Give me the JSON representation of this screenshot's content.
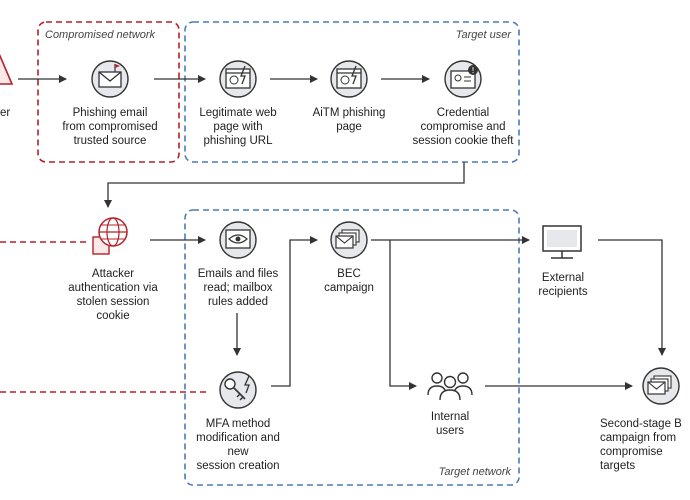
{
  "groups": {
    "compromised_network": "Compromised network",
    "target_user": "Target user",
    "target_network": "Target network"
  },
  "nodes": {
    "attacker": "er",
    "phishing_email": "Phishing email\nfrom compromised\ntrusted source",
    "legit_page": "Legitimate web\npage with\nphishing URL",
    "aitm_page": "AiTM phishing\npage",
    "credential": "Credential\ncompromise and\nsession cookie theft",
    "attacker_auth": "Attacker\nauthentication via\nstolen session\ncookie",
    "emails_read": "Emails and files\nread; mailbox\nrules added",
    "bec": "BEC\ncampaign",
    "external": "External\nrecipients",
    "mfa": "MFA method\nmodification and\nnew\nsession creation",
    "internal": "Internal\nusers",
    "second_stage": "Second-stage B\ncampaign from\ncompromise\ntargets"
  },
  "icons": {
    "attacker": "warning-icon",
    "phishing_email": "envelope-icon",
    "legit_page": "webpage-icon",
    "aitm_page": "phishing-page-icon",
    "credential": "id-card-icon",
    "attacker_auth": "globe-icon",
    "emails_read": "eye-icon",
    "bec": "mail-stack-icon",
    "external": "monitor-icon",
    "mfa": "key-icon",
    "internal": "users-icon",
    "second_stage": "mail-stack-icon"
  },
  "colors": {
    "red": "#b5212b",
    "blue": "#4a7bb7",
    "line": "#333333",
    "icon_fill": "#e6e8eb"
  }
}
